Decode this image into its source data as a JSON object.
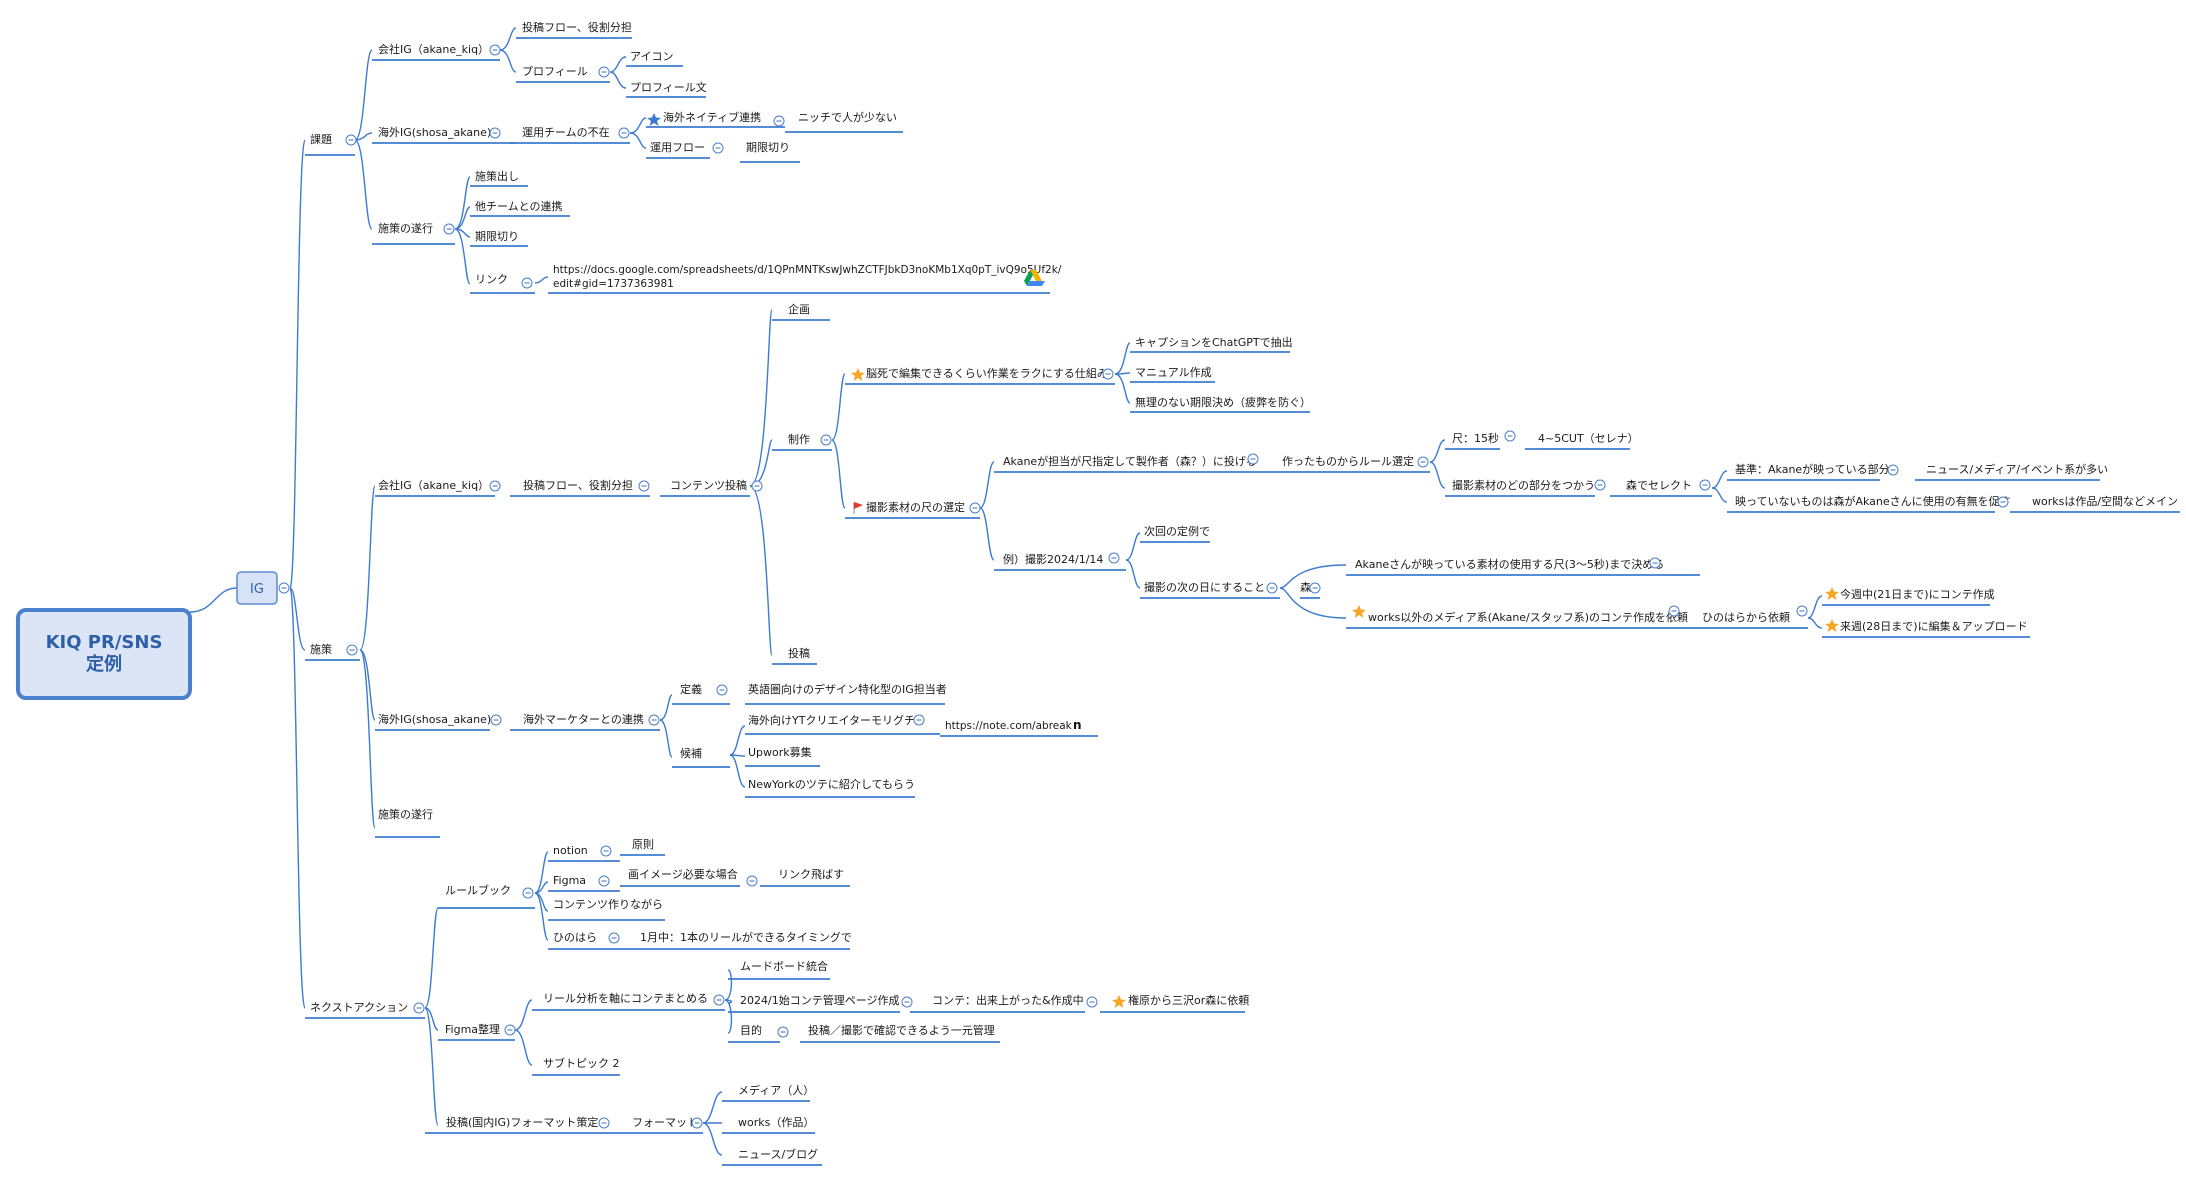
{
  "root": {
    "line1": "KIQ PR/SNS",
    "line2": "定例"
  },
  "ig": "IG",
  "kadai": {
    "label": "課題",
    "company_ig": "会社IG（akane_kiq）",
    "post_flow": "投稿フロー、役割分担",
    "profile": "プロフィール",
    "icon": "アイコン",
    "profile_text": "プロフィール文",
    "overseas_ig": "海外IG(shosa_akane)",
    "no_team": "運用チームの不在",
    "native": "海外ネイティブ連携",
    "niche": "ニッチで人が少ない",
    "ops_flow": "運用フロー",
    "deadline": "期限切り",
    "execution": "施策の遂行",
    "ideas": "施策出し",
    "other_team": "他チームとの連携",
    "deadline2": "期限切り",
    "link": "リンク",
    "link_url1": "https://docs.google.com/spreadsheets/d/1QPnMNTKswJwhZCTFJbkD3noKMb1Xq0pT_ivQ9o5Uf2k/",
    "link_url2": "edit#gid=1737363981"
  },
  "shisaku": {
    "label": "施策",
    "company_ig": "会社IG（akane_kiq）",
    "post_flow": "投稿フロー、役割分担",
    "content_post": "コンテンツ投稿",
    "plan": "企画",
    "make": "制作",
    "easy_edit": "脳死で編集できるくらい作業をラクにする仕組み",
    "chatgpt": "キャプションをChatGPTで抽出",
    "manual": "マニュアル作成",
    "no_deadline": "無理のない期限決め（疲弊を防ぐ）",
    "footage_len": "撮影素材の尺の選定",
    "akane_len": "Akaneが担当が尺指定して製作者（森？）に投げる",
    "rule_select": "作ったものからルール選定",
    "len15": "尺：15秒",
    "cut": "4~5CUT（セレナ）",
    "which_part": "撮影素材のどの部分をつかう",
    "mori_select": "森でセレクト",
    "criteria": "基準：Akaneが映っている部分",
    "news_media": "ニュース/メディア/イベント系が多い",
    "not_shown": "映っていないものは森がAkaneさんに使用の有無を促す",
    "works_main": "worksは作品/空間などメイン",
    "example": "例）撮影2024/1/14",
    "next_regular": "次回の定例で",
    "next_day": "撮影の次の日にすること",
    "mori": "森",
    "akane_len_decide": "Akaneさんが映っている素材の使用する尺(3〜5秒)まで決める",
    "works_conte": "works以外のメディア系(Akane/スタッフ系)のコンテ作成を依頼",
    "hinohara_req": "ひのはらから依頼",
    "this_week": "今週中(21日まで)にコンテ作成",
    "next_week": "来週(28日まで)に編集＆アップロード",
    "post": "投稿",
    "overseas_ig": "海外IG(shosa_akane)",
    "overseas_marketer": "海外マーケターとの連携",
    "definition": "定義",
    "designer": "英語圏向けのデザイン特化型のIG担当者",
    "candidate": "候補",
    "yt_creator": "海外向けYTクリエイターモリグチ",
    "note_url": "https://note.com/abreak",
    "upwork": "Upwork募集",
    "newyork": "NewYorkのツテに紹介してもらう",
    "execution": "施策の遂行"
  },
  "next": {
    "label": "ネクストアクション",
    "rulebook": "ルールブック",
    "notion": "notion",
    "principle": "原則",
    "figma": "Figma",
    "image_needed": "画イメージ必要な場合",
    "link_jump": "リンク飛ばす",
    "making_content": "コンテンツ作りながら",
    "hinohara": "ひのはら",
    "timing": "1月中：1本のリールができるタイミングで",
    "figma_org": "Figma整理",
    "reel_analysis": "リール分析を軸にコンテまとめる",
    "moodboard": "ムードボード統合",
    "conte_page": "2024/1始コンテ管理ページ作成",
    "conte_done": "コンテ：出来上がった&作成中",
    "request": "権原から三沢or森に依頼",
    "purpose": "目的",
    "central": "投稿／撮影で確認できるよう一元管理",
    "subtopic": "サブトピック 2",
    "format_decide": "投稿(国内IG)フォーマット策定",
    "format": "フォーマット",
    "media": "メディア（人）",
    "works": "works（作品）",
    "news_blog": "ニュース/ブログ"
  },
  "colors": {
    "line": "#3d7bd0",
    "root_fill": "#dbe5f5",
    "root_border": "#4b80ce",
    "star": "#f5a623",
    "flag": "#e03b2b"
  },
  "icons": [
    "star-icon",
    "flag-icon",
    "google-drive-icon",
    "note-icon",
    "collapse-toggle-icon"
  ]
}
